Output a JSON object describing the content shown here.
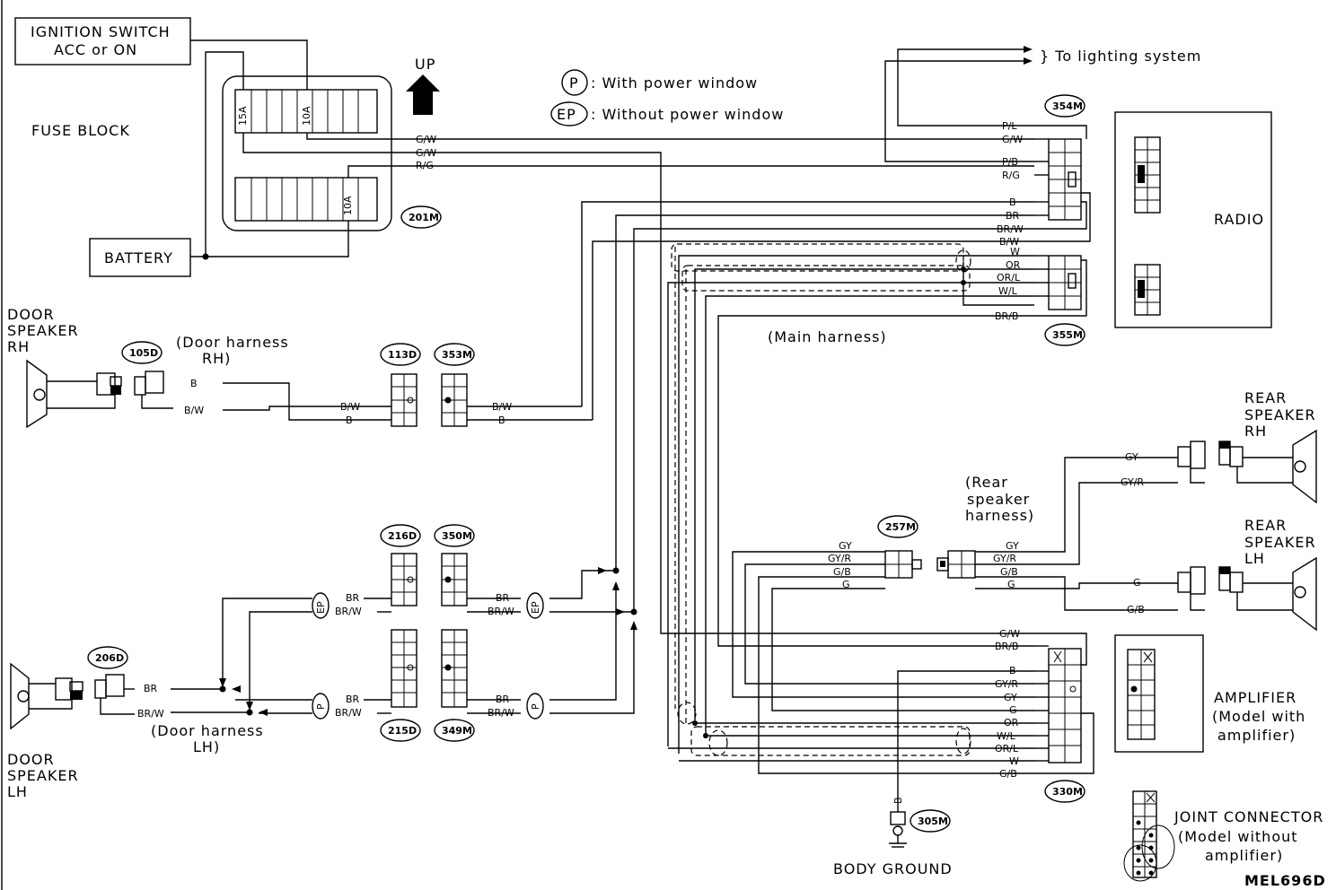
{
  "labels": {
    "ignition_line1": "IGNITION SWITCH",
    "ignition_line2": "ACC or ON",
    "fuse_block": "FUSE BLOCK",
    "battery": "BATTERY",
    "up": "UP",
    "legend_p_symbol": "P",
    "legend_p_text": ": With power window",
    "legend_ep_symbol": "EP",
    "legend_ep_text": ": Without power window",
    "lighting": "} To lighting system",
    "radio": "RADIO",
    "main_harness": "(Main harness)",
    "door_spk_rh_1": "DOOR",
    "door_spk_rh_2": "SPEAKER",
    "door_spk_rh_3": "RH",
    "door_harness_rh_1": "(Door harness",
    "door_harness_rh_2": "RH)",
    "door_spk_lh_1": "DOOR",
    "door_spk_lh_2": "SPEAKER",
    "door_spk_lh_3": "LH",
    "door_harness_lh_1": "(Door harness",
    "door_harness_lh_2": "LH)",
    "rear_harness_1": "(Rear",
    "rear_harness_2": "speaker",
    "rear_harness_3": "harness)",
    "rear_rh_1": "REAR",
    "rear_rh_2": "SPEAKER",
    "rear_rh_3": "RH",
    "rear_lh_1": "REAR",
    "rear_lh_2": "SPEAKER",
    "rear_lh_3": "LH",
    "amp_1": "AMPLIFIER",
    "amp_2": "(Model with",
    "amp_3": "amplifier)",
    "joint_1": "JOINT CONNECTOR",
    "joint_2": "(Model without",
    "joint_3": "amplifier)",
    "body_ground": "BODY GROUND",
    "fig_id": "MEL696D"
  },
  "fuses": {
    "f1": "15A",
    "f2": "10A",
    "f3": "10A"
  },
  "connectors": {
    "c201M": "201M",
    "c354M": "354M",
    "c355M": "355M",
    "c105D": "105D",
    "c113D": "113D",
    "c353M": "353M",
    "c216D": "216D",
    "c350M": "350M",
    "c206D": "206D",
    "c215D": "215D",
    "c349M": "349M",
    "c257M": "257M",
    "c330M": "330M",
    "c305M": "305M"
  },
  "wires": {
    "fuse_out": [
      "G/W",
      "G/W",
      "R/G"
    ],
    "radio_354": [
      "P/L",
      "G/W",
      "P/B",
      "R/G",
      "B",
      "BR",
      "BR/W",
      "B/W"
    ],
    "radio_355": [
      "W",
      "OR",
      "OR/L",
      "W/L",
      "BR/B"
    ],
    "rh_105": [
      "B",
      "B/W"
    ],
    "rh_113": [
      "B/W",
      "B"
    ],
    "rh_353": [
      "B/W",
      "B"
    ],
    "lh_206": [
      "BR",
      "BR/W"
    ],
    "lh_216": [
      "BR",
      "BR/W"
    ],
    "lh_350": [
      "BR",
      "BR/W"
    ],
    "lh_215": [
      "BR",
      "BR/W"
    ],
    "lh_349": [
      "BR",
      "BR/W"
    ],
    "c257_left": [
      "GY",
      "GY/R",
      "G/B",
      "G"
    ],
    "c257_right": [
      "GY",
      "GY/R",
      "G/B",
      "G"
    ],
    "rear_rh": [
      "GY",
      "GY/R"
    ],
    "rear_lh": [
      "G",
      "G/B"
    ],
    "c330": [
      "G/W",
      "BR/B",
      "B",
      "GY/R",
      "GY",
      "G",
      "OR",
      "W/L",
      "OR/L",
      "W",
      "G/B"
    ],
    "ground": "B"
  }
}
